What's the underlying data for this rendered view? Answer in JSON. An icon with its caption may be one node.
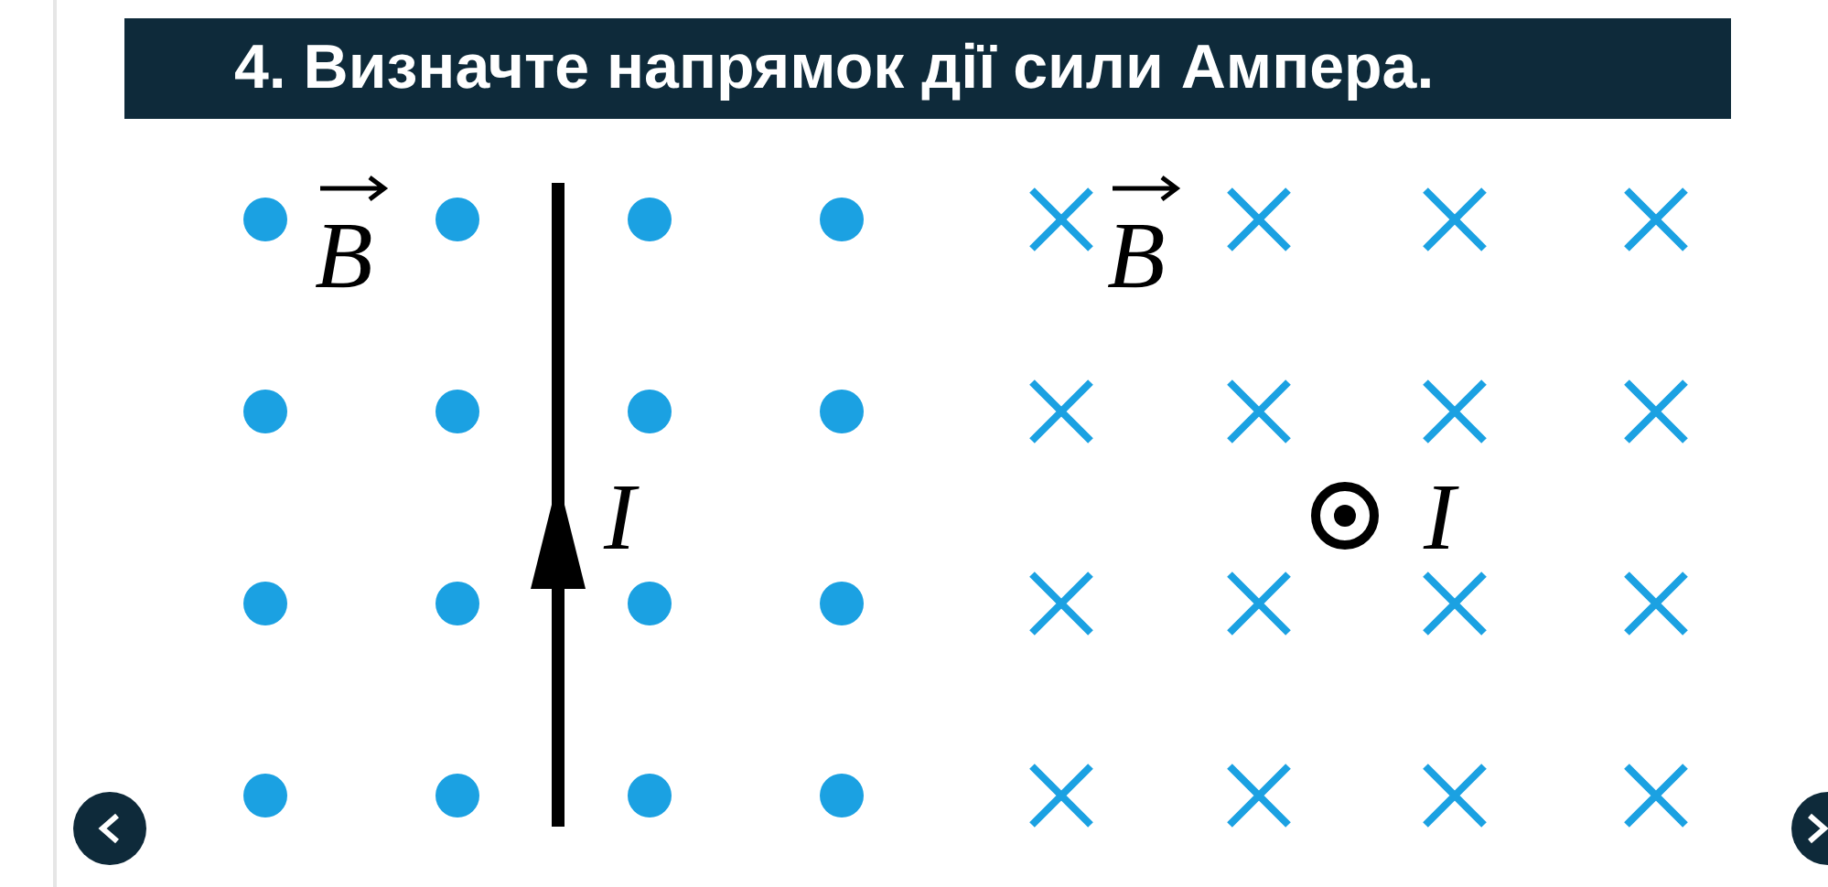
{
  "diagram": {
    "title": "4. Визначте напрямок дії сили Ампера.",
    "labels": [
      "B",
      "I",
      "B",
      "I"
    ]
  }
}
